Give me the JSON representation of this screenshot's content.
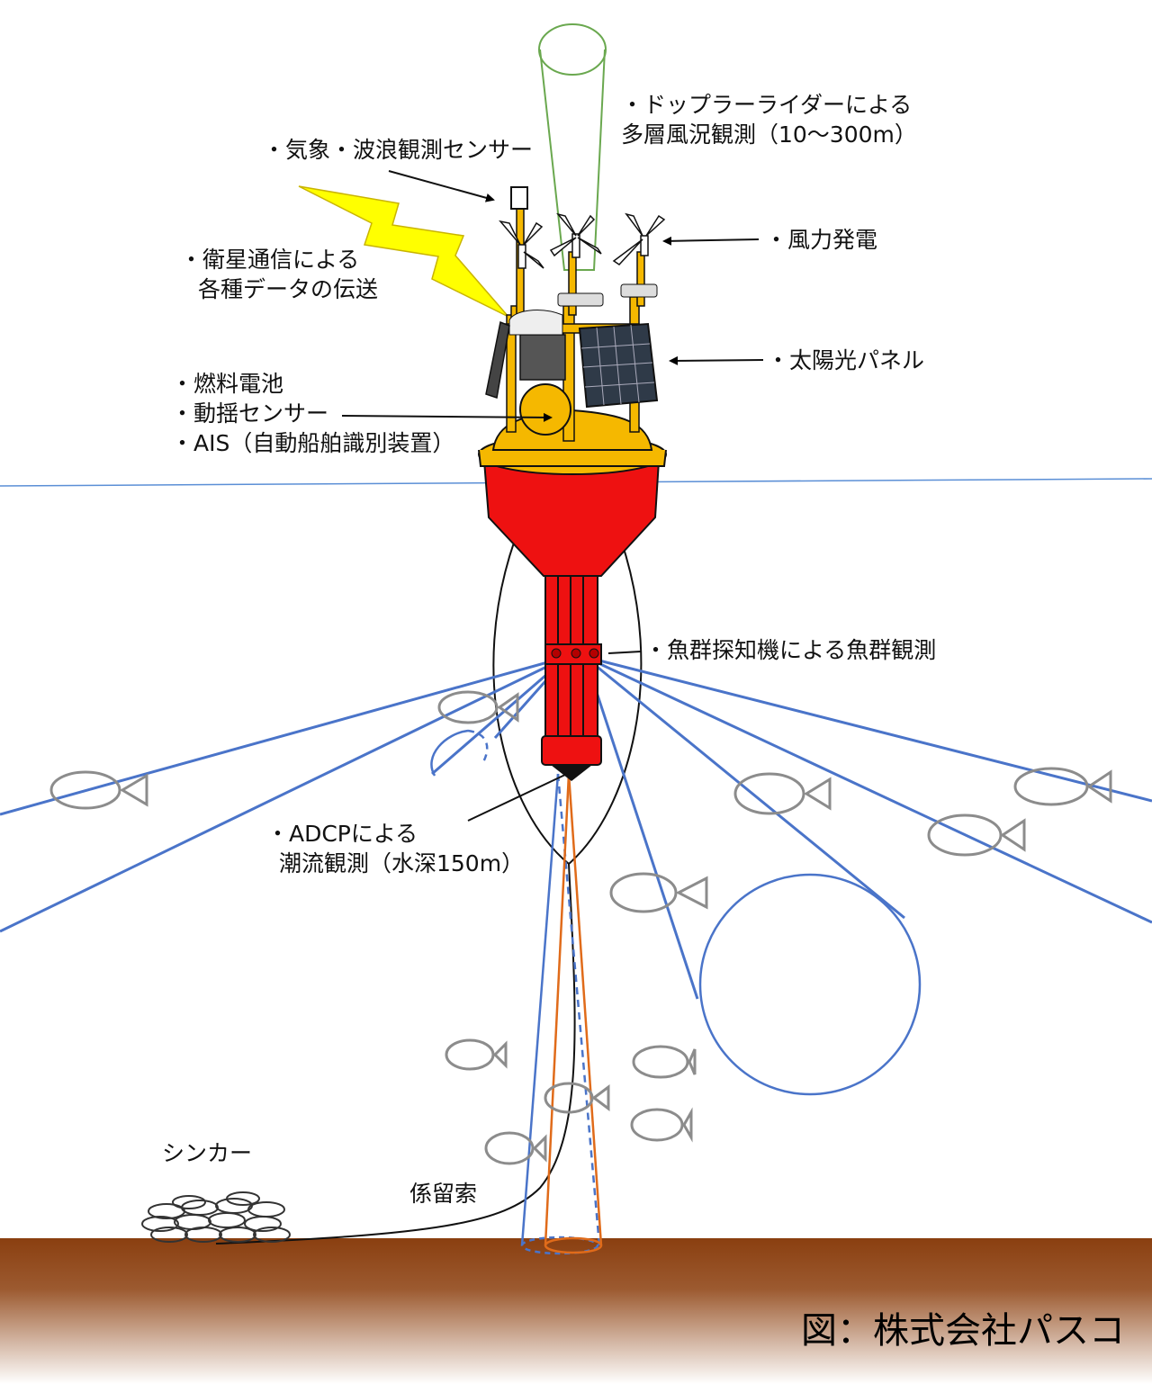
{
  "labels": {
    "lidar": [
      "・ドップラーライダーによる",
      "多層風況観測（10～300m）"
    ],
    "weather": [
      "・気象・波浪観測センサー"
    ],
    "wind_power": [
      "・風力発電"
    ],
    "satellite": [
      "・衛星通信による",
      "各種データの伝送"
    ],
    "solar": [
      "・太陽光パネル"
    ],
    "equipment": [
      "・燃料電池",
      "・動揺センサー",
      "・AIS（自動船舶識別装置）"
    ],
    "fish_finder": [
      "・魚群探知機による魚群観測"
    ],
    "adcp": [
      "・ADCPによる",
      "潮流観測（水深150m）"
    ],
    "sinker": [
      "シンカー"
    ],
    "mooring": [
      "係留索"
    ]
  },
  "credit": "図：株式会社パスコ",
  "colors": {
    "hull_red": "#ee1111",
    "hull_yellow": "#f5b800",
    "beam_blue": "#4a74c9",
    "water_line": "#5b8fd6",
    "lidar_green": "#6aa84f",
    "adcp_orange": "#e06b1a",
    "seabed_brown": "#8a3f10",
    "fish_gray": "#8c8c8c",
    "lightning": "#ffff00"
  }
}
